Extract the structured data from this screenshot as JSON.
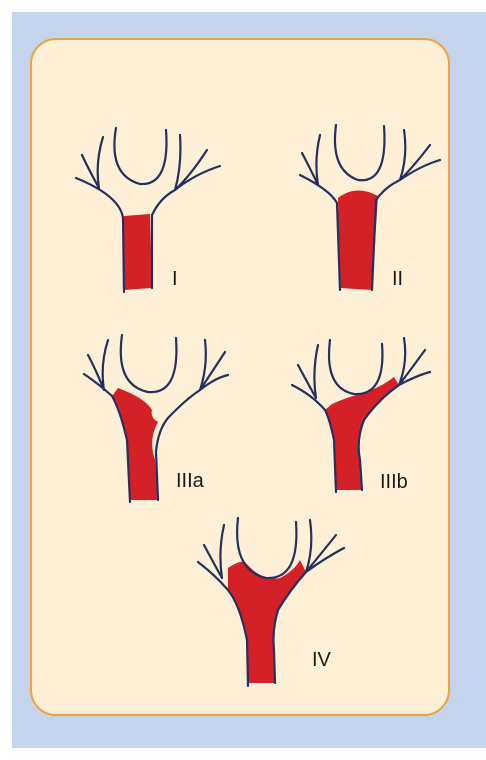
{
  "labels": {
    "type_1": "I",
    "type_2": "II",
    "type_3a": "IIIa",
    "type_3b": "IIIb",
    "type_4": "IV"
  },
  "colors": {
    "outer_background": "#c5d5ee",
    "panel_background": "#fdf0d6",
    "panel_border": "#f0a23c",
    "vessel_outline": "#24305e",
    "tumor_fill": "#d42128"
  }
}
